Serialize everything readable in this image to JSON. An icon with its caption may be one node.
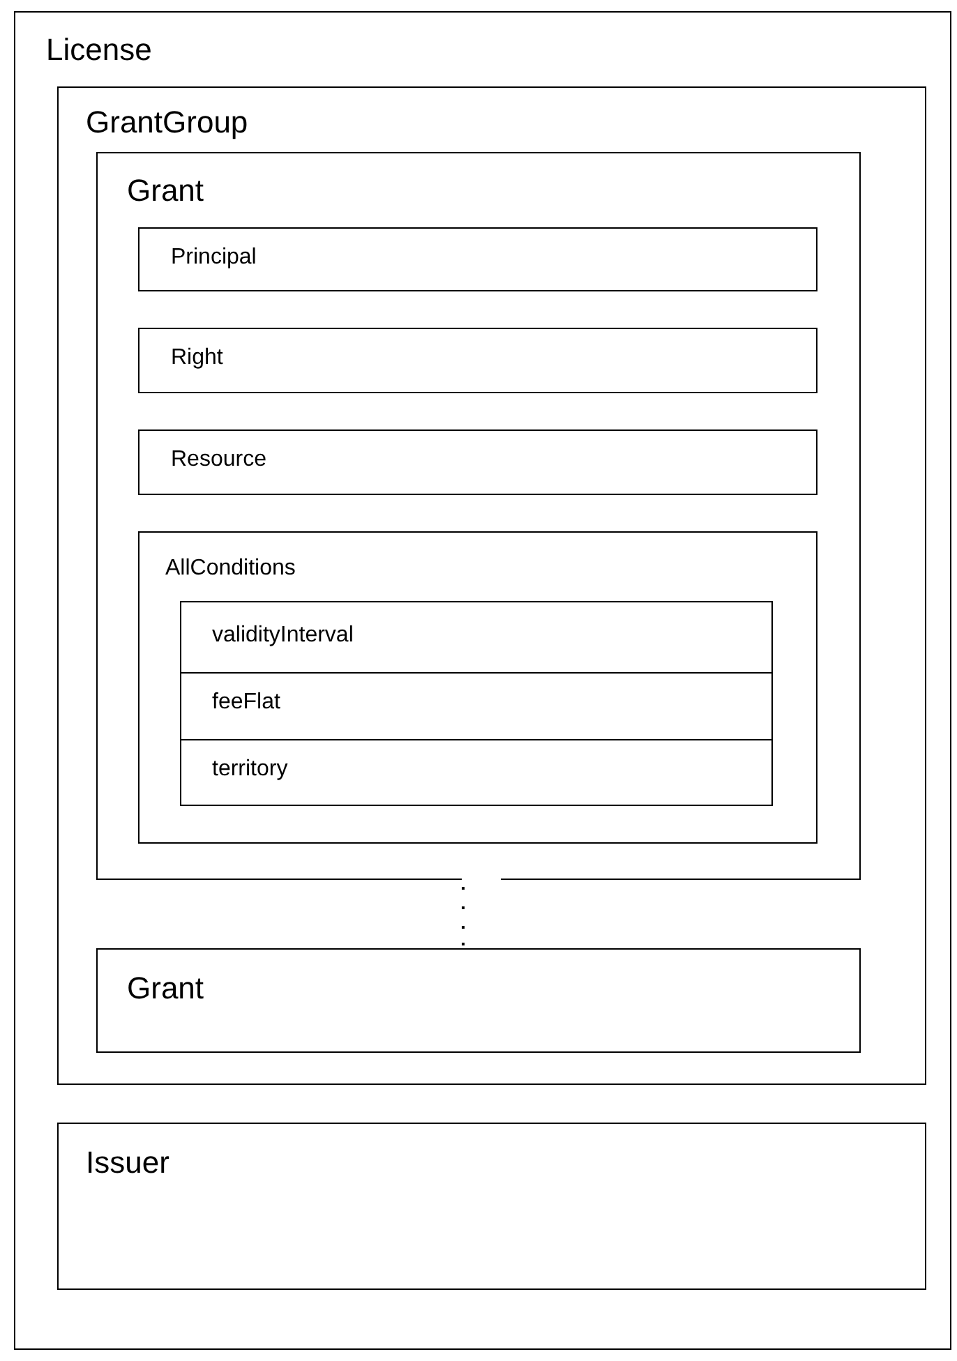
{
  "diagram": {
    "nodes": [
      {
        "text": [
          "License"
        ]
      },
      {
        "text": [
          "GrantGroup"
        ],
        "in": 0
      },
      {
        "text": [
          "Grant"
        ],
        "in": 1
      },
      {
        "text": [
          "Principal"
        ],
        "in": 2
      },
      {
        "text": [
          "Right"
        ],
        "in": 2
      },
      {
        "text": [
          "Resource"
        ],
        "in": 2
      },
      {
        "text": [
          "AllConditions"
        ],
        "in": 2
      },
      {
        "text": [
          "validityInterval"
        ],
        "in": 6
      },
      {
        "text": [
          "feeFlat"
        ],
        "in": 6
      },
      {
        "text": [
          "territory"
        ],
        "in": 6
      },
      {
        "text": [
          "Grant"
        ],
        "in": 1
      },
      {
        "text": [
          "Issuer"
        ],
        "in": 0
      }
    ]
  }
}
